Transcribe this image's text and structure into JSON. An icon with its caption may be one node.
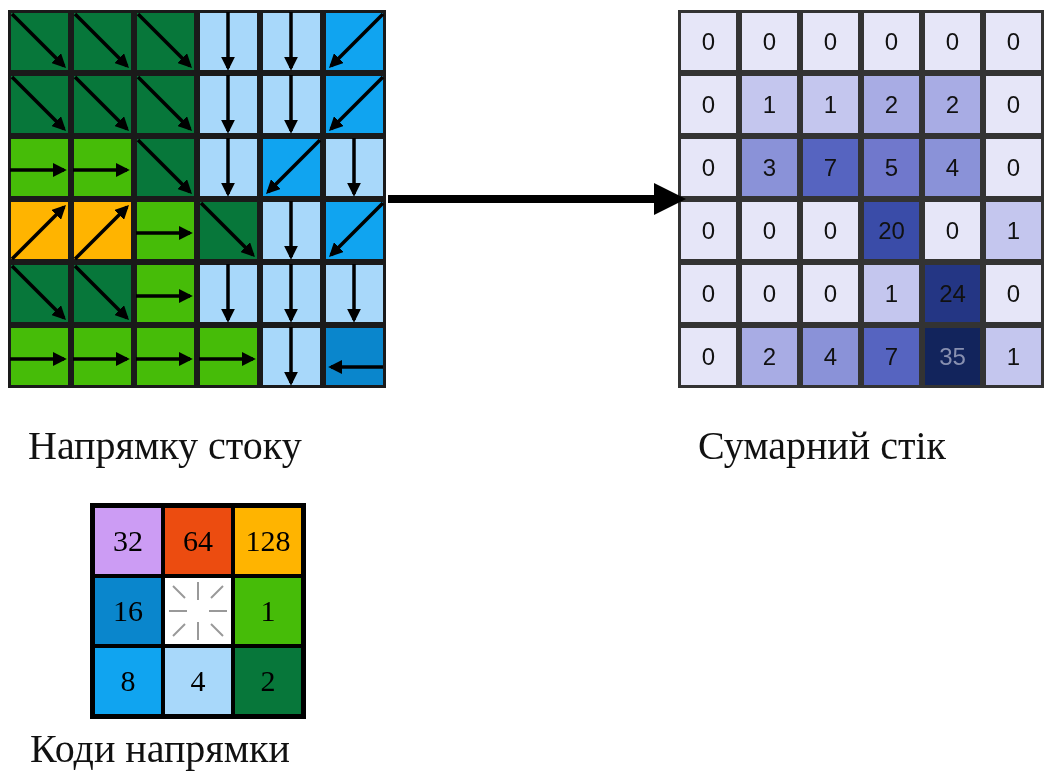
{
  "diagram": {
    "nodes": [
      {
        "text": [
          "Напрямку стоку"
        ]
      },
      {
        "text": [
          "Сумарний стік"
        ]
      },
      {
        "text": [
          "Коди напрямки"
        ]
      }
    ],
    "edges": [
      {
        "from": 0,
        "to": 1,
        "arrow": "to"
      }
    ],
    "labels": [
      "0",
      "0",
      "0",
      "0",
      "0",
      "0",
      "0",
      "1",
      "1",
      "2",
      "2",
      "0",
      "0",
      "3",
      "7",
      "5",
      "4",
      "0",
      "0",
      "0",
      "0",
      "20",
      "0",
      "1",
      "0",
      "0",
      "0",
      "1",
      "24",
      "0",
      "0",
      "2",
      "4",
      "7",
      "35",
      "1",
      "32",
      "64",
      "128",
      "16",
      "1",
      "8",
      "4",
      "2"
    ]
  }
}
